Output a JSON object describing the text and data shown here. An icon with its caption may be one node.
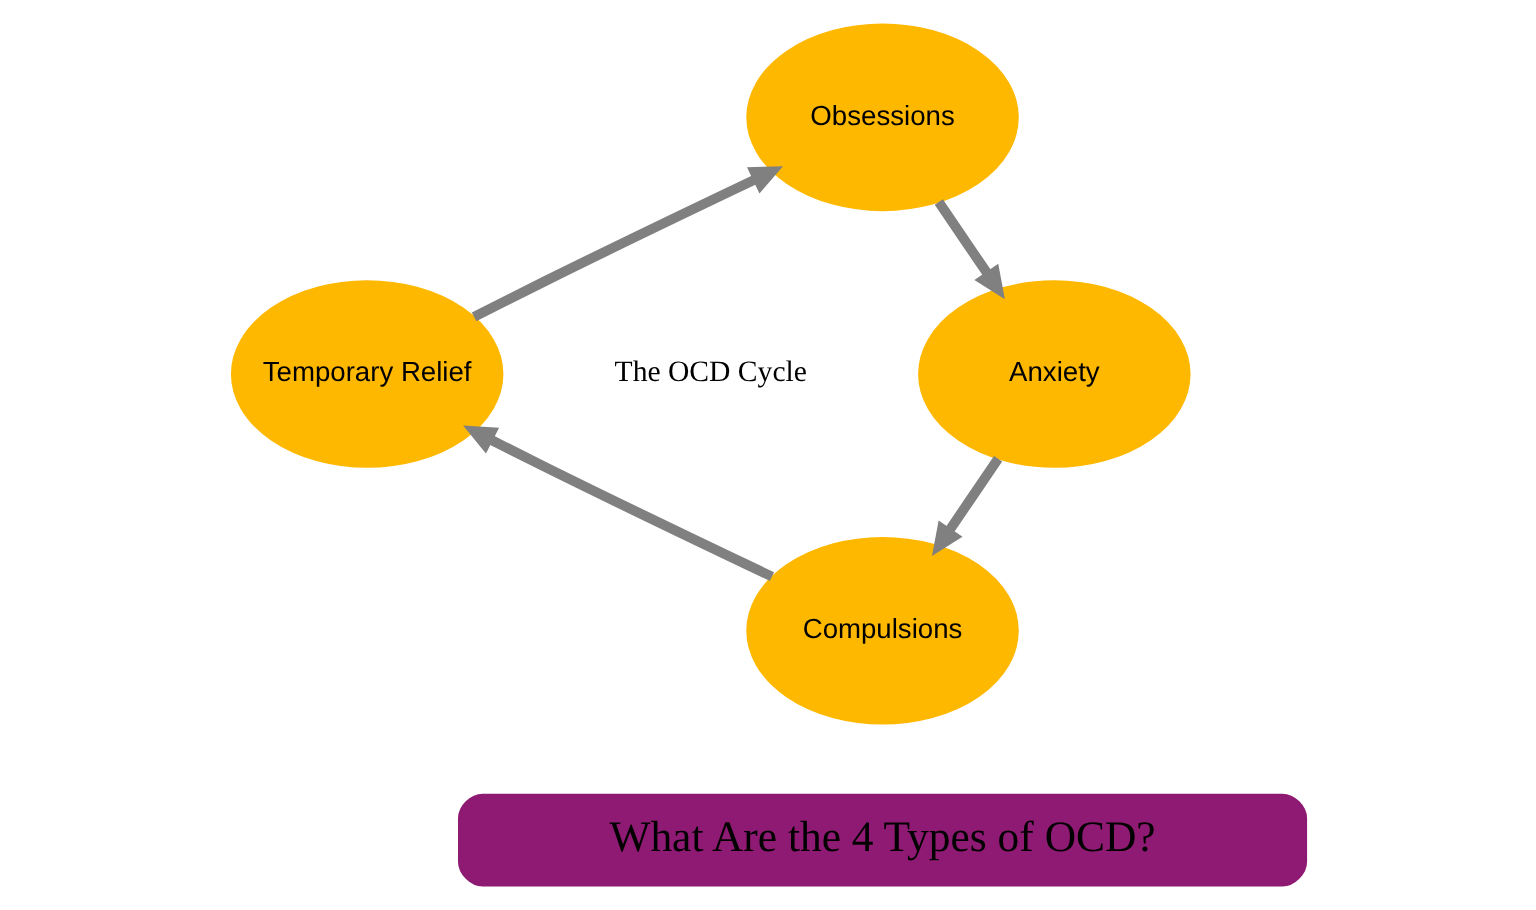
{
  "diagram": {
    "nodes": [
      {
        "text": [
          "Obsessions"
        ]
      },
      {
        "text": [
          "Anxiety"
        ]
      },
      {
        "text": [
          "Compulsions"
        ]
      },
      {
        "text": [
          "Temporary Relief"
        ]
      },
      {
        "text": [
          "What Are the 4 Types of OCD?"
        ]
      }
    ],
    "edges": [
      {
        "from": 0,
        "to": 1,
        "arrow": "to"
      },
      {
        "from": 1,
        "to": 2,
        "arrow": "to"
      },
      {
        "from": 2,
        "to": 3,
        "arrow": "to"
      },
      {
        "from": 3,
        "to": 0,
        "arrow": "to"
      }
    ],
    "labels": [
      "The OCD Cycle"
    ]
  }
}
